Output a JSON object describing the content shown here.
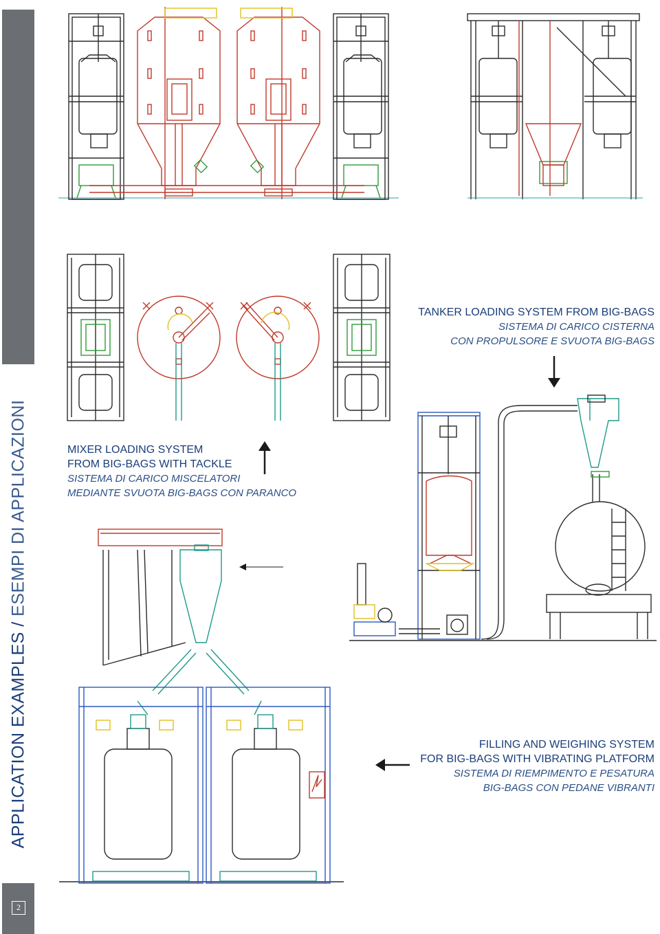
{
  "sidebar": {
    "title_main": "APPLICATION EXAMPLES /",
    "title_sub": "ESEMPI DI APPLICAZIONI",
    "page_number": "2"
  },
  "captions": {
    "tanker": {
      "title": "TANKER LOADING SYSTEM FROM BIG-BAGS",
      "sub_line1": "SISTEMA DI CARICO CISTERNA",
      "sub_line2": "CON PROPULSORE E SVUOTA BIG-BAGS"
    },
    "mixer": {
      "title_line1": "MIXER LOADING SYSTEM",
      "title_line2": "FROM BIG-BAGS WITH TACKLE",
      "sub_line1": "SISTEMA DI CARICO MISCELATORI",
      "sub_line2": "MEDIANTE SVUOTA BIG-BAGS CON PARANCO"
    },
    "filling": {
      "title_line1": "FILLING AND WEIGHING SYSTEM",
      "title_line2": "FOR BIG-BAGS WITH VIBRATING PLATFORM",
      "sub_line1": "SISTEMA DI RIEMPIMENTO E PESATURA",
      "sub_line2": "BIG-BAGS CON PEDANE VIBRANTI"
    }
  },
  "colors": {
    "sidebar": "#6b6e72",
    "heading": "#1a3e7a",
    "frame": "#2a2a2a",
    "silo": "#c0392b",
    "duct": "#1f9a8a",
    "support": "#2f9a3a",
    "accent_yellow": "#e0c020",
    "accent_blue": "#2a58c0"
  },
  "icons": {
    "arrow_down": "arrow-down-icon",
    "arrow_up": "arrow-up-icon",
    "arrow_left": "arrow-left-icon",
    "page_mark": "page-number-icon"
  }
}
